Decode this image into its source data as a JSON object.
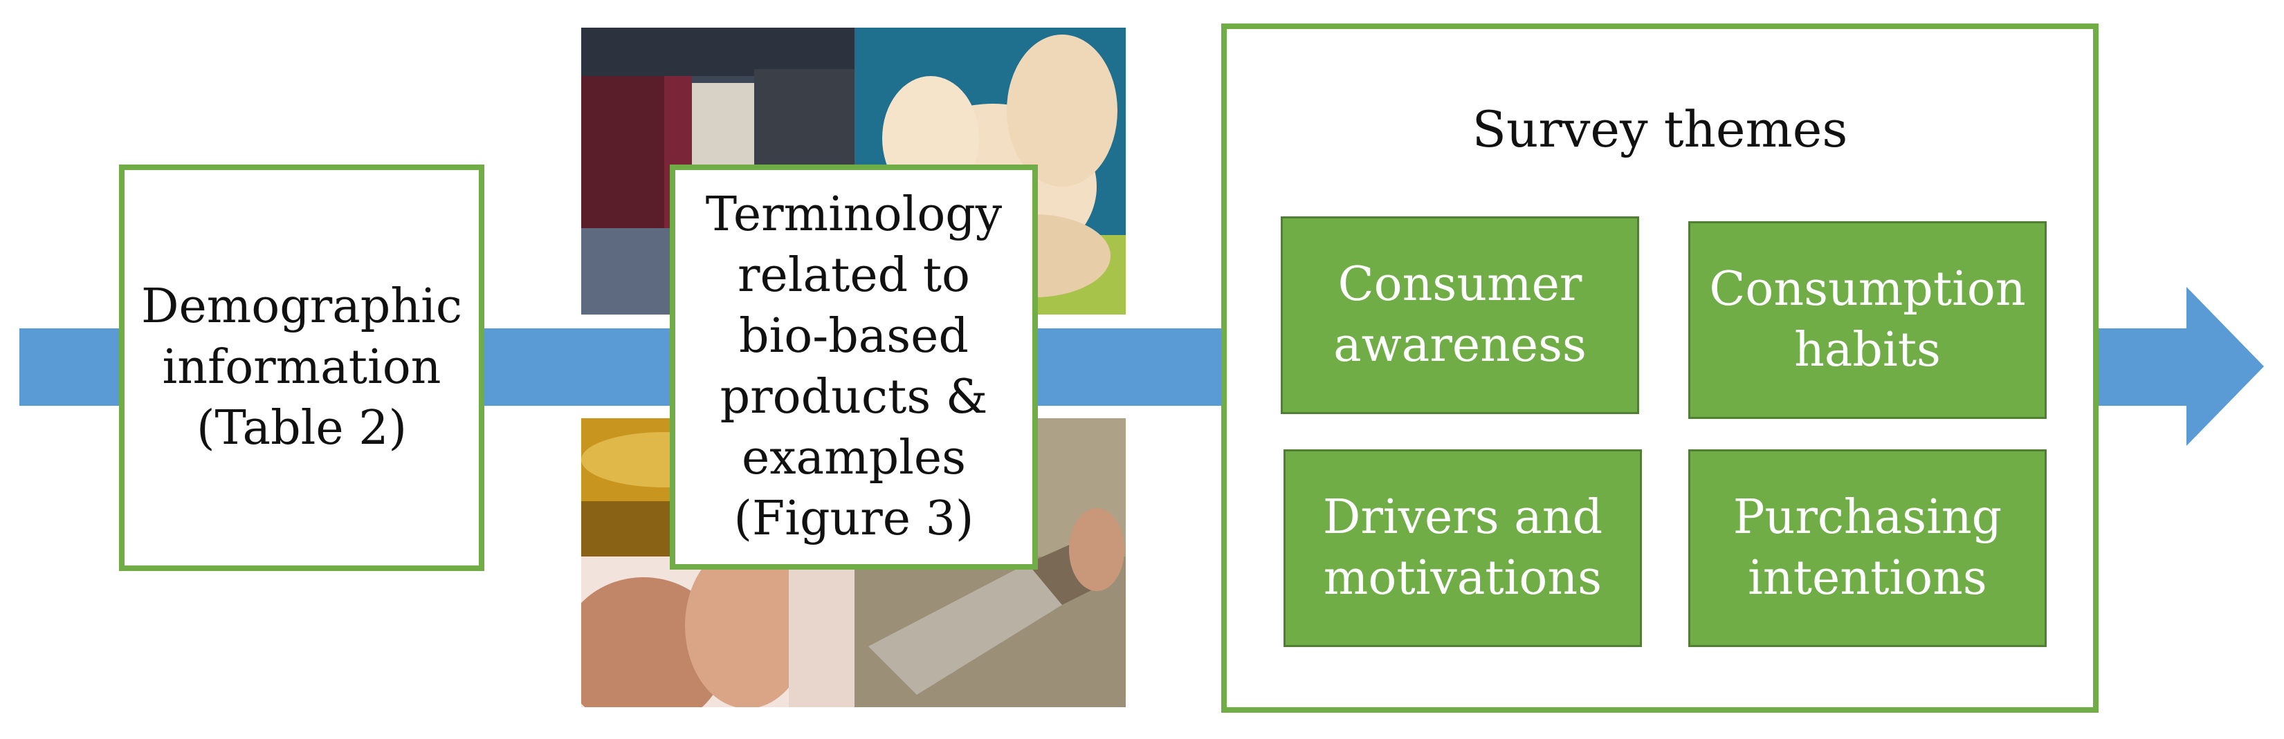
{
  "colors": {
    "arrow": "#5b9bd5",
    "box_border": "#70ad47",
    "theme_fill": "#70ad47",
    "theme_text": "#ffffff"
  },
  "demographic_box": {
    "lines": [
      "Demographic",
      "information",
      "(Table 2)"
    ]
  },
  "terminology_box": {
    "lines": [
      "Terminology",
      "related to",
      "bio-based",
      "products &",
      "examples",
      "(Figure 3)"
    ]
  },
  "survey": {
    "title": "Survey themes",
    "themes": [
      {
        "lines": [
          "Consumer",
          "awareness"
        ]
      },
      {
        "lines": [
          "Consumption",
          "habits"
        ]
      },
      {
        "lines": [
          "Drivers and",
          "motivations"
        ]
      },
      {
        "lines": [
          "Purchasing",
          "intentions"
        ]
      }
    ]
  }
}
